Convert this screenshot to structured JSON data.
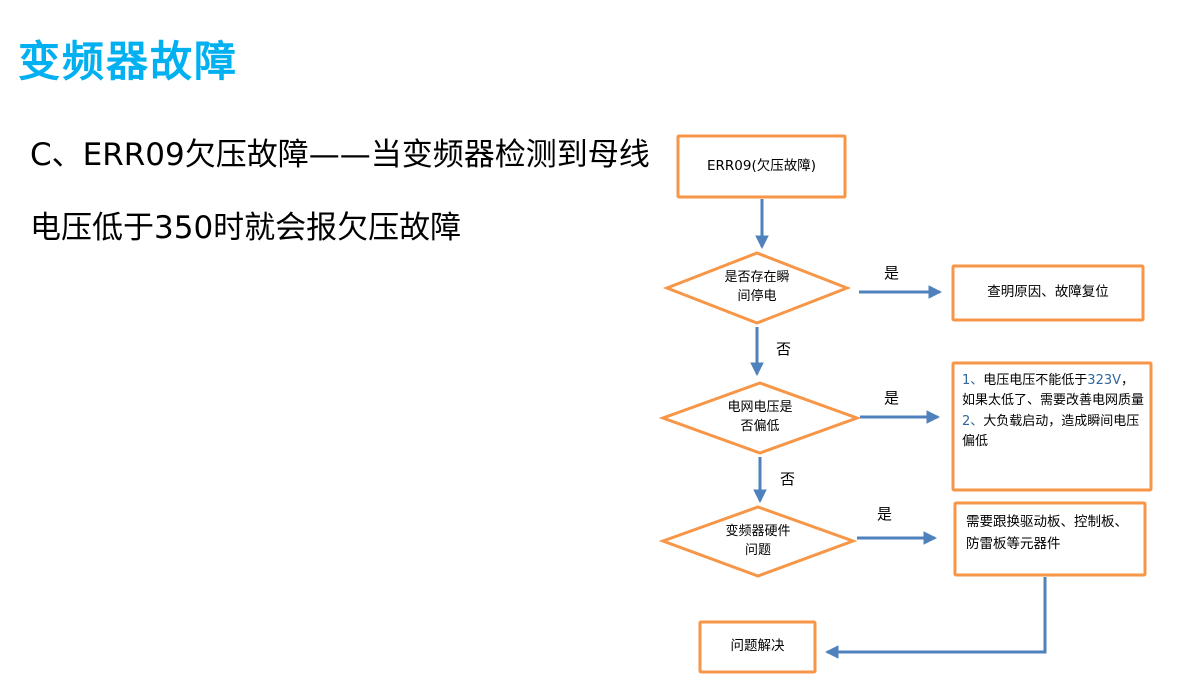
{
  "page": {
    "title": "变频器故障"
  },
  "intro": {
    "text": "C、ERR09欠压故障——当变频器检测到母线\n电压低于350时就会报欠压故障"
  },
  "colors": {
    "title_color": "#00b0f0",
    "node_border": "#f79646",
    "arrow_color": "#4f81bd",
    "highlight_color": "#31679f"
  },
  "flowchart": {
    "nodes": {
      "start": {
        "label": "ERR09(欠压故障)"
      },
      "decision1": {
        "label": "是否存在瞬\n间停电"
      },
      "action1": {
        "label": "查明原因、故障复位"
      },
      "decision2": {
        "label": "电网电压是\n否偏低"
      },
      "action2": {
        "item1_num": "1、",
        "item1_pre": "电压电压不能低于",
        "item1_value": "323V",
        "item1_post": "，如果太低了、需要改善电网质量",
        "item2_num": "2、",
        "item2_text": "大负载启动，造成瞬间电压偏低"
      },
      "decision3": {
        "label": "变频器硬件\n问题"
      },
      "action3": {
        "label": "需要跟换驱动板、控制板、\n防雷板等元器件"
      },
      "end": {
        "label": "问题解决"
      }
    },
    "edges": {
      "yes1": "是",
      "no1": "否",
      "yes2": "是",
      "no2": "否",
      "yes3": "是"
    }
  }
}
